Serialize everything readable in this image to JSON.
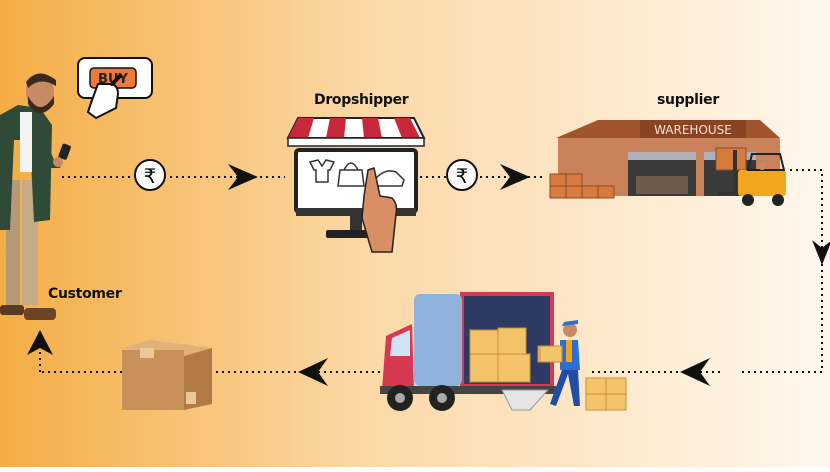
{
  "labels": {
    "buy_button": "BUY",
    "dropshipper": "Dropshipper",
    "supplier": "supplier",
    "customer": "Customer",
    "warehouse_sign": "WAREHOUSE"
  },
  "currency_symbol": "₹",
  "colors": {
    "bg_left": "#f4b04a",
    "bg_right": "#fff6ea",
    "arrow": "#111111",
    "box": "#d09a5c",
    "awning_red": "#c8283c",
    "truck_blue": "#8fb3dc",
    "truck_red": "#d63a52"
  },
  "icons": [
    "man-with-phone-icon",
    "buy-button-icon",
    "rupee-coin-icon",
    "online-shop-icon",
    "warehouse-icon",
    "forklift-icon",
    "delivery-truck-icon",
    "delivery-worker-icon",
    "parcel-box-icon",
    "arrowhead-icon"
  ]
}
